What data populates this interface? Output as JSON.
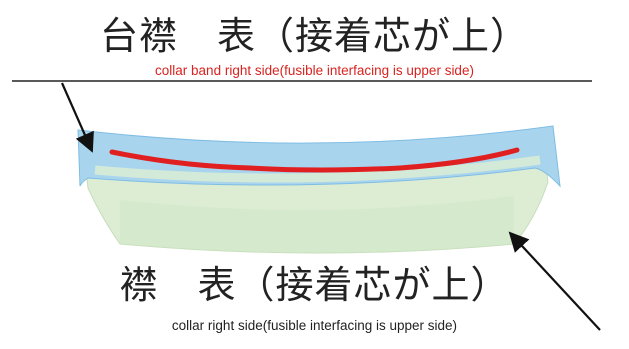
{
  "top_label": {
    "japanese": "台襟　表（接着芯が上）",
    "english": "collar band right side(fusible interfacing is upper side)"
  },
  "bottom_label": {
    "japanese": "襟　表（接着芯が上）",
    "english": "collar right side(fusible interfacing is upper side)"
  },
  "colors": {
    "collar_band": "#a9d4ee",
    "collar_band_edge": "#7fbde3",
    "collar": "#dcedd3",
    "collar_inner": "#cfe6c6",
    "stitch_line": "#e02020",
    "caption_red": "#d8231f",
    "text": "#222222",
    "underline": "#222222",
    "arrow": "#111111"
  }
}
